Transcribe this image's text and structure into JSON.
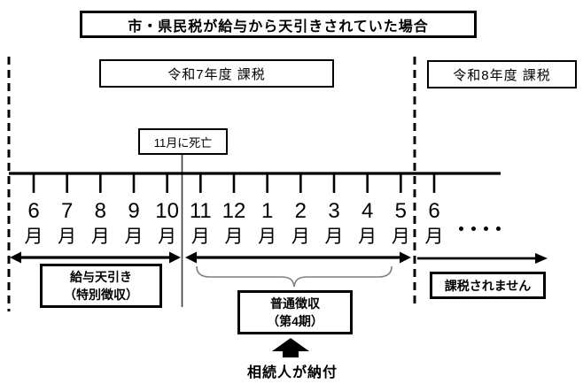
{
  "title": "市・県民税が給与から天引きされていた場合",
  "periods": {
    "fiscal_year_7": "令和7年度 課税",
    "fiscal_year_8": "令和8年度 課税"
  },
  "death_note": "11月に死亡",
  "timeline": {
    "months": [
      "6",
      "7",
      "8",
      "9",
      "10",
      "11",
      "12",
      "1",
      "2",
      "3",
      "4",
      "5",
      "6"
    ],
    "month_suffix": "月",
    "ellipsis": "・・・・"
  },
  "labels": {
    "salary_deduction": [
      "給与天引き",
      "（特別徴収）"
    ],
    "ordinary_collection": [
      "普通徴収",
      "（第4期）"
    ],
    "not_taxed": "課税されません",
    "heir_payment": "相続人が納付"
  },
  "colors": {
    "line": "#000000",
    "death_line": "#3d3d3d",
    "brace": "#7f7f7f",
    "background": "#ffffff"
  }
}
